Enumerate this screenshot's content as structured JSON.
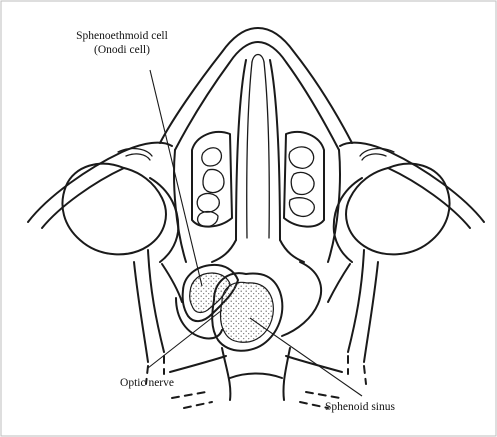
{
  "labels": {
    "sphenoethmoid_line1": "Sphenoethmoid cell",
    "sphenoethmoid_line2": "(Onodi cell)",
    "optic_nerve": "Optic nerve",
    "sphenoid_sinus": "Sphenoid sinus"
  }
}
